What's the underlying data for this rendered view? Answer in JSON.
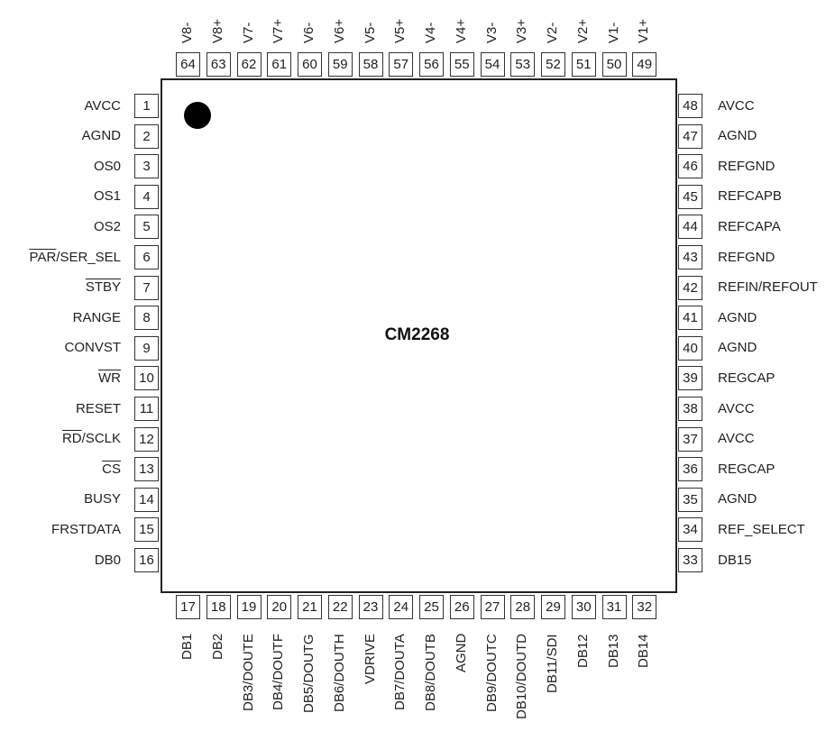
{
  "chip": {
    "part_number": "CM2268",
    "left_pins": [
      {
        "num": "1",
        "name": "AVCC"
      },
      {
        "num": "2",
        "name": "AGND"
      },
      {
        "num": "3",
        "name": "OS0"
      },
      {
        "num": "4",
        "name": "OS1"
      },
      {
        "num": "5",
        "name": "OS2"
      },
      {
        "num": "6",
        "name": "PAR/SER_SEL",
        "bar": "PAR",
        "rest": "/SER_SEL"
      },
      {
        "num": "7",
        "name": "STBY",
        "bar": "STBY",
        "rest": ""
      },
      {
        "num": "8",
        "name": "RANGE"
      },
      {
        "num": "9",
        "name": "CONVST"
      },
      {
        "num": "10",
        "name": "WR",
        "bar": "WR",
        "rest": ""
      },
      {
        "num": "11",
        "name": "RESET"
      },
      {
        "num": "12",
        "name": "RD/SCLK",
        "bar": "RD",
        "rest": "/SCLK"
      },
      {
        "num": "13",
        "name": "CS",
        "bar": "CS",
        "rest": ""
      },
      {
        "num": "14",
        "name": "BUSY"
      },
      {
        "num": "15",
        "name": "FRSTDATA"
      },
      {
        "num": "16",
        "name": "DB0"
      }
    ],
    "bottom_pins": [
      {
        "num": "17",
        "name": "DB1"
      },
      {
        "num": "18",
        "name": "DB2"
      },
      {
        "num": "19",
        "name": "DB3/DOUTE"
      },
      {
        "num": "20",
        "name": "DB4/DOUTF"
      },
      {
        "num": "21",
        "name": "DB5/DOUTG"
      },
      {
        "num": "22",
        "name": "DB6/DOUTH"
      },
      {
        "num": "23",
        "name": "VDRIVE"
      },
      {
        "num": "24",
        "name": "DB7/DOUTA"
      },
      {
        "num": "25",
        "name": "DB8/DOUTB"
      },
      {
        "num": "26",
        "name": "AGND"
      },
      {
        "num": "27",
        "name": "DB9/DOUTC"
      },
      {
        "num": "28",
        "name": "DB10/DOUTD"
      },
      {
        "num": "29",
        "name": "DB11/SDI"
      },
      {
        "num": "30",
        "name": "DB12"
      },
      {
        "num": "31",
        "name": "DB13"
      },
      {
        "num": "32",
        "name": "DB14"
      }
    ],
    "right_pins": [
      {
        "num": "48",
        "name": "AVCC"
      },
      {
        "num": "47",
        "name": "AGND"
      },
      {
        "num": "46",
        "name": "REFGND"
      },
      {
        "num": "45",
        "name": "REFCAPB"
      },
      {
        "num": "44",
        "name": "REFCAPA"
      },
      {
        "num": "43",
        "name": "REFGND"
      },
      {
        "num": "42",
        "name": "REFIN/REFOUT"
      },
      {
        "num": "41",
        "name": "AGND"
      },
      {
        "num": "40",
        "name": "AGND"
      },
      {
        "num": "39",
        "name": "REGCAP"
      },
      {
        "num": "38",
        "name": "AVCC"
      },
      {
        "num": "37",
        "name": "AVCC"
      },
      {
        "num": "36",
        "name": "REGCAP"
      },
      {
        "num": "35",
        "name": "AGND"
      },
      {
        "num": "34",
        "name": "REF_SELECT"
      },
      {
        "num": "33",
        "name": "DB15"
      }
    ],
    "top_pins": [
      {
        "num": "64",
        "name": "V8-"
      },
      {
        "num": "63",
        "name": "V8+"
      },
      {
        "num": "62",
        "name": "V7-"
      },
      {
        "num": "61",
        "name": "V7+"
      },
      {
        "num": "60",
        "name": "V6-"
      },
      {
        "num": "59",
        "name": "V6+"
      },
      {
        "num": "58",
        "name": "V5-"
      },
      {
        "num": "57",
        "name": "V5+"
      },
      {
        "num": "56",
        "name": "V4-"
      },
      {
        "num": "55",
        "name": "V4+"
      },
      {
        "num": "54",
        "name": "V3-"
      },
      {
        "num": "53",
        "name": "V3+"
      },
      {
        "num": "52",
        "name": "V2-"
      },
      {
        "num": "51",
        "name": "V2+"
      },
      {
        "num": "50",
        "name": "V1-"
      },
      {
        "num": "49",
        "name": "V1+"
      }
    ]
  }
}
